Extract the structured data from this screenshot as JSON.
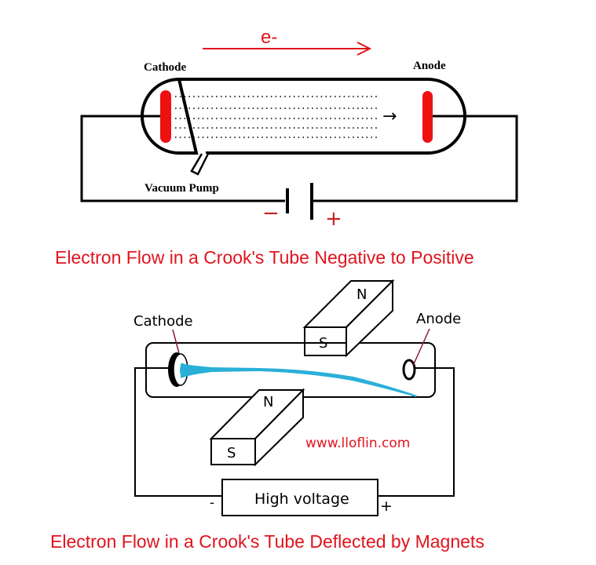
{
  "diagram_top": {
    "electron_label": "e-",
    "cathode_label": "Cathode",
    "anode_label": "Anode",
    "vacuum_pump_label": "Vacuum Pump",
    "battery_negative": "−",
    "battery_positive": "+",
    "inner_arrow": "→",
    "caption": "Electron Flow in a Crook's Tube Negative to Positive"
  },
  "diagram_bottom": {
    "cathode_label": "Cathode",
    "anode_label": "Anode",
    "magnet_top_north": "N",
    "magnet_top_south": "S",
    "magnet_bottom_north": "N",
    "magnet_bottom_south": "S",
    "watermark": "www.lloflin.com",
    "power_supply_label": "High voltage",
    "supply_negative": "-",
    "supply_positive": "+",
    "caption": "Electron Flow in a Crook's Tube Deflected by Magnets"
  },
  "colors": {
    "accent_red": "#e0141e",
    "electrode_red": "#ee1111",
    "beam_blue": "#2ab0d8",
    "leader_line": "#8a1a3a",
    "ink": "#000000"
  }
}
